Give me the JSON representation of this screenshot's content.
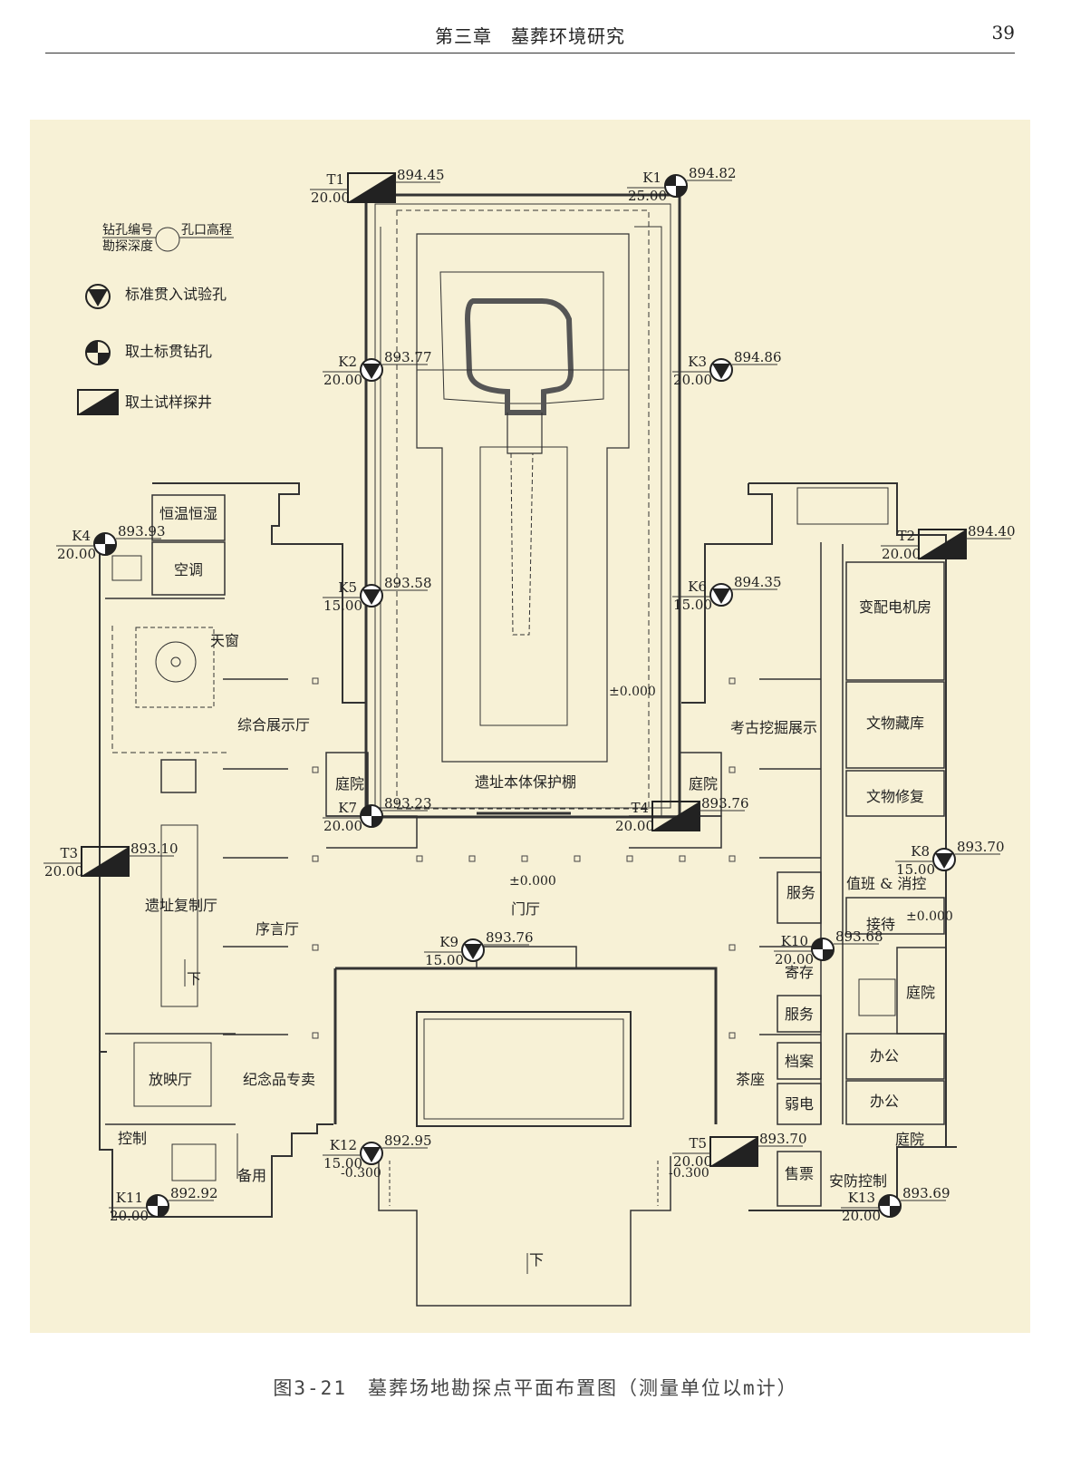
{
  "header": {
    "chapter": "第三章　墓葬环境研究",
    "page_number": "39"
  },
  "caption": "图3-21　墓葬场地勘探点平面布置图（测量单位以m计）",
  "legend": {
    "key_left_top": "钻孔编号",
    "key_left_bottom": "勘探深度",
    "key_right": "孔口高程",
    "spt": "标准贯入试验孔",
    "drill": "取土标贯钻孔",
    "pit": "取土试样探井"
  },
  "rooms": {
    "hengwen": "恒温恒湿",
    "kongtiao": "空调",
    "tianchuang": "天窗",
    "zonghe": "综合展示厅",
    "yizhi_fuzhi": "遗址复制厅",
    "xuyan": "序言厅",
    "fangying": "放映厅",
    "jinianpin": "纪念品专卖",
    "kongzhi": "控制",
    "beiyong": "备用",
    "tingyuan_l": "庭院",
    "tingyuan_r": "庭院",
    "yizhi_bentao": "遗址本体保护棚",
    "menting": "门厅",
    "kaogu": "考古挖掘展示",
    "biandian": "变配电机房",
    "wenwu_cangku": "文物藏库",
    "wenwu_xiufu": "文物修复",
    "zhiban": "值班 & 消控",
    "fuwu1": "服务",
    "jiedai": "接待",
    "jicun": "寄存",
    "fuwu2": "服务",
    "tingyuan_r2": "庭院",
    "dangan": "档案",
    "bangong1": "办公",
    "chazuo": "茶座",
    "ruodian": "弱电",
    "bangong2": "办公",
    "tingyuan_r3": "庭院",
    "shoupiao": "售票",
    "anfang": "安防控制",
    "xia1": "下",
    "xia2": "下",
    "level_shed": "±0.000",
    "level_hall": "±0.000",
    "level_reception": "±0.000",
    "level_left": "-0.300",
    "level_right": "-0.300"
  },
  "points": [
    {
      "id": "T1",
      "depth": "20.00",
      "elev": "894.45",
      "kind": "pit"
    },
    {
      "id": "K1",
      "depth": "25.00",
      "elev": "894.82",
      "kind": "drill"
    },
    {
      "id": "K2",
      "depth": "20.00",
      "elev": "893.77",
      "kind": "spt"
    },
    {
      "id": "K3",
      "depth": "20.00",
      "elev": "894.86",
      "kind": "spt"
    },
    {
      "id": "K4",
      "depth": "20.00",
      "elev": "893.93",
      "kind": "drill"
    },
    {
      "id": "T2",
      "depth": "20.00",
      "elev": "894.40",
      "kind": "pit"
    },
    {
      "id": "K5",
      "depth": "15.00",
      "elev": "893.58",
      "kind": "spt"
    },
    {
      "id": "K6",
      "depth": "15.00",
      "elev": "894.35",
      "kind": "spt"
    },
    {
      "id": "K7",
      "depth": "20.00",
      "elev": "893.23",
      "kind": "drill"
    },
    {
      "id": "T4",
      "depth": "20.00",
      "elev": "893.76",
      "kind": "pit"
    },
    {
      "id": "T3",
      "depth": "20.00",
      "elev": "893.10",
      "kind": "pit"
    },
    {
      "id": "K8",
      "depth": "15.00",
      "elev": "893.70",
      "kind": "spt"
    },
    {
      "id": "K9",
      "depth": "15.00",
      "elev": "893.76",
      "kind": "spt"
    },
    {
      "id": "K10",
      "depth": "20.00",
      "elev": "893.68",
      "kind": "drill"
    },
    {
      "id": "K12",
      "depth": "15.00",
      "elev": "892.95",
      "kind": "spt"
    },
    {
      "id": "T5",
      "depth": "20.00",
      "elev": "893.70",
      "kind": "pit"
    },
    {
      "id": "K11",
      "depth": "20.00",
      "elev": "892.92",
      "kind": "drill"
    },
    {
      "id": "K13",
      "depth": "20.00",
      "elev": "893.69",
      "kind": "drill"
    }
  ]
}
